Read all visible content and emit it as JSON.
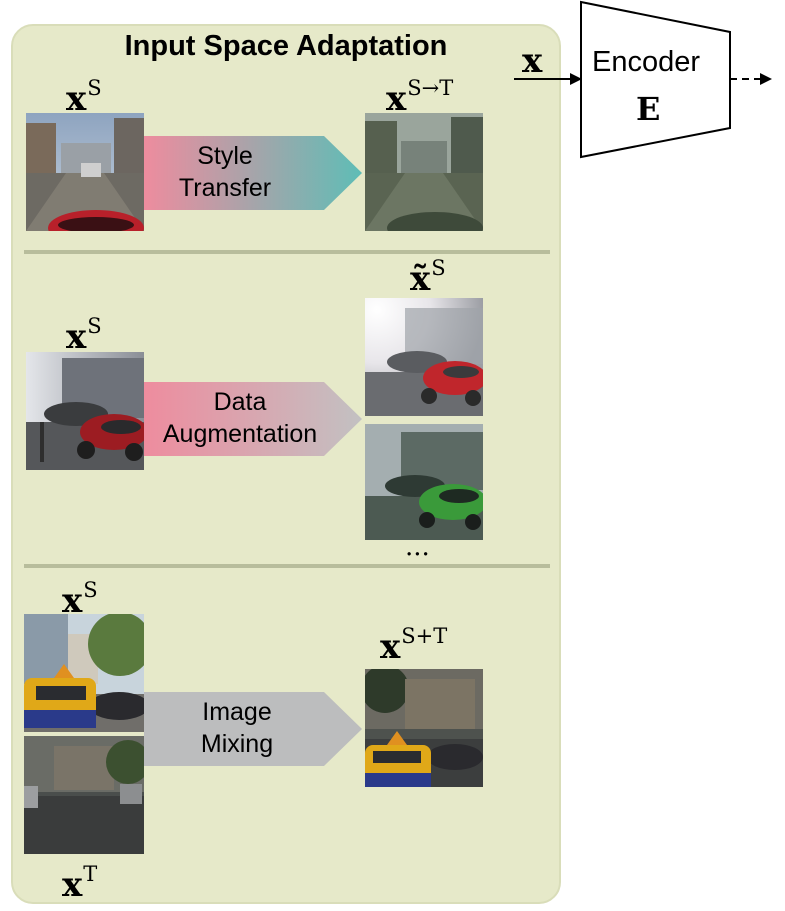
{
  "panel": {
    "title": "Input Space Adaptation"
  },
  "encoder": {
    "input_symbol": "x",
    "label": "Encoder",
    "symbol": "E"
  },
  "rows": [
    {
      "input_symbol": "x",
      "input_sup": "S",
      "operation": [
        "Style",
        "Transfer"
      ],
      "output_symbol": "x",
      "output_sup": "S→T"
    },
    {
      "input_symbol": "x",
      "input_sup": "S",
      "operation": [
        "Data",
        "Augmentation"
      ],
      "output_symbol": "x̃",
      "output_sup": "S",
      "ellipsis": "..."
    },
    {
      "input_symbol": "x",
      "input_sup": "S",
      "second_symbol": "x",
      "second_sup": "T",
      "operation": [
        "Image",
        "Mixing"
      ],
      "output_symbol": "x",
      "output_sup": "S+T"
    }
  ],
  "colors": {
    "panel": "#e6e9c9",
    "divider": "#b8bd9c",
    "pink": "#e8909e",
    "teal": "#6ab8b4",
    "gray": "#bcbdbe"
  }
}
